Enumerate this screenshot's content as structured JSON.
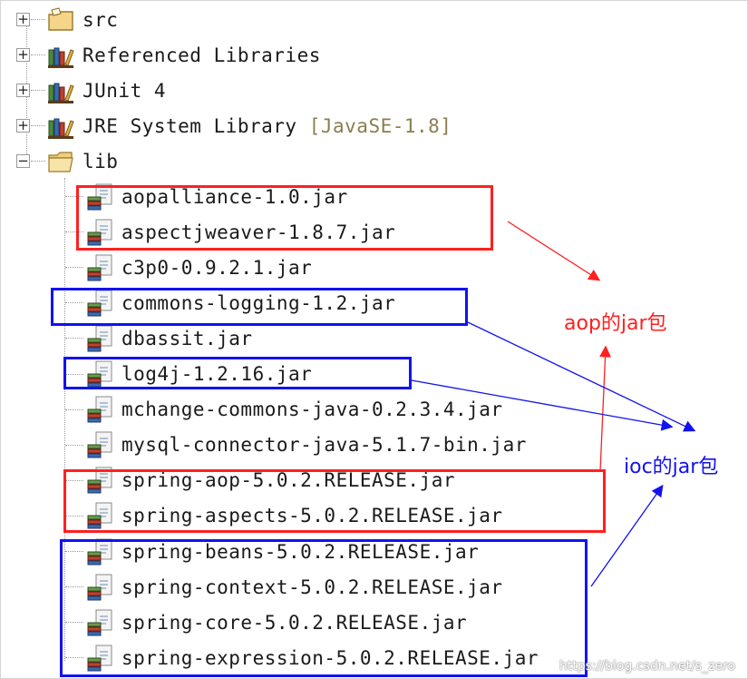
{
  "tree": {
    "nodes": [
      {
        "label": "src",
        "expander": "+",
        "icon": "package-folder-icon"
      },
      {
        "label": "Referenced Libraries",
        "expander": "+",
        "icon": "library-icon"
      },
      {
        "label": "JUnit 4",
        "expander": "+",
        "icon": "library-icon"
      },
      {
        "label": "JRE System Library",
        "decoration": "[JavaSE-1.8]",
        "expander": "+",
        "icon": "library-icon"
      },
      {
        "label": "lib",
        "expander": "−",
        "icon": "folder-open-icon"
      }
    ],
    "jars": [
      "aopalliance-1.0.jar",
      "aspectjweaver-1.8.7.jar",
      "c3p0-0.9.2.1.jar",
      "commons-logging-1.2.jar",
      "dbassit.jar",
      "log4j-1.2.16.jar",
      "mchange-commons-java-0.2.3.4.jar",
      "mysql-connector-java-5.1.7-bin.jar",
      "spring-aop-5.0.2.RELEASE.jar",
      "spring-aspects-5.0.2.RELEASE.jar",
      "spring-beans-5.0.2.RELEASE.jar",
      "spring-context-5.0.2.RELEASE.jar",
      "spring-core-5.0.2.RELEASE.jar",
      "spring-expression-5.0.2.RELEASE.jar"
    ]
  },
  "annotations": {
    "aop_label": "aop的jar包",
    "ioc_label": "ioc的jar包",
    "aop_color": "#ff2020",
    "ioc_color": "#1212f0"
  },
  "watermark": "https://blog.csdn.net/s_zero"
}
